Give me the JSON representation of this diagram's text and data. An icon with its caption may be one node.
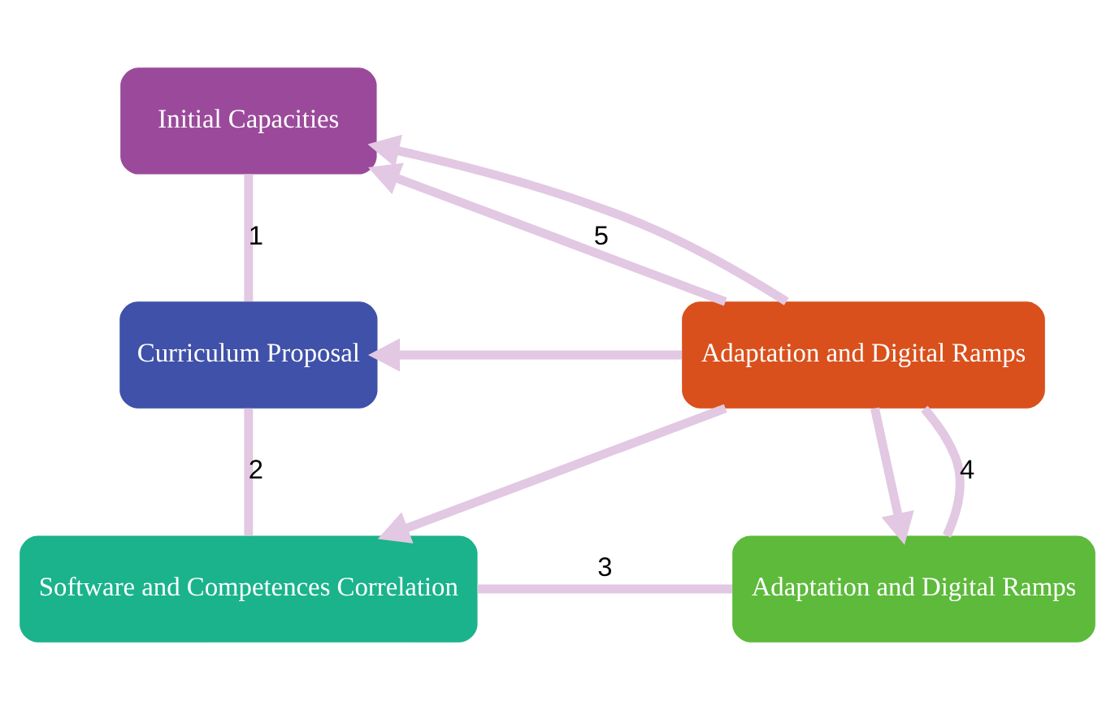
{
  "diagram": {
    "nodes": [
      {
        "text": [
          "Initial Capacities"
        ]
      },
      {
        "text": [
          "Curriculum Proposal"
        ]
      },
      {
        "text": [
          "Software and Competences Correlation"
        ]
      },
      {
        "text": [
          "Adaptation and Digital Ramps"
        ]
      },
      {
        "text": [
          "Adaptation and Digital Ramps"
        ]
      }
    ],
    "edges": [
      {
        "from": 0,
        "to": 1,
        "arrow": "none",
        "label": "1"
      },
      {
        "from": 1,
        "to": 2,
        "arrow": "none",
        "label": "2"
      },
      {
        "from": 2,
        "to": 3,
        "arrow": "none",
        "label": "3"
      },
      {
        "from": 3,
        "to": 4,
        "arrow": "none",
        "label": "4"
      },
      {
        "from": 4,
        "to": 0,
        "arrow": "to",
        "label": "5"
      },
      {
        "from": 4,
        "to": 0,
        "arrow": "to"
      },
      {
        "from": 4,
        "to": 1,
        "arrow": "to"
      },
      {
        "from": 4,
        "to": 2,
        "arrow": "to"
      },
      {
        "from": 4,
        "to": 3,
        "arrow": "to"
      }
    ]
  }
}
